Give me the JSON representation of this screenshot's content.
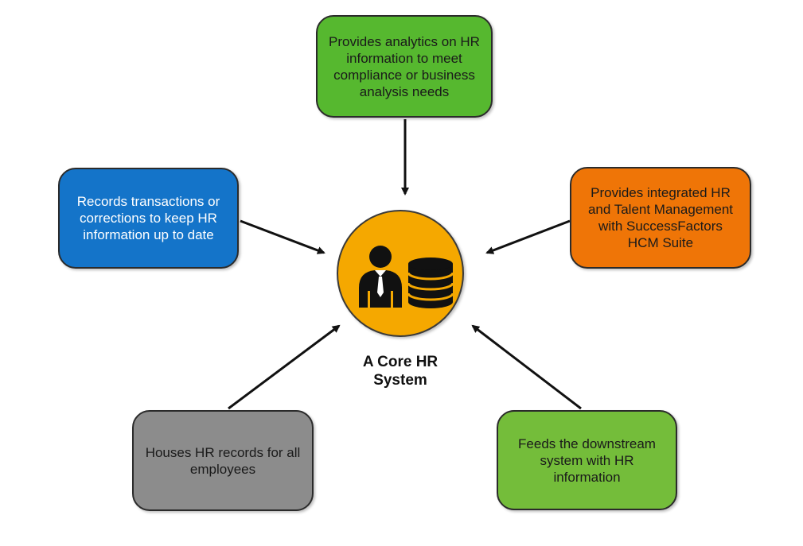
{
  "diagram": {
    "center_label": "A Core HR\nSystem",
    "center_icons": [
      "person-icon",
      "database-icon"
    ],
    "colors": {
      "hub": "#f5a800",
      "top": "#56b82f",
      "left": "#1474c9",
      "right": "#ef7507",
      "bottom_left": "#8c8c8c",
      "bottom_right": "#74bd3a",
      "dark_text": "#1a1a1a",
      "light_text": "#ffffff",
      "arrow": "#111111"
    },
    "nodes": {
      "top": "Provides analytics on HR information to meet compliance or business analysis needs",
      "left": "Records transactions or corrections to keep HR information up to date",
      "right": "Provides integrated HR and Talent Management with SuccessFactors HCM Suite",
      "bottom_left": "Houses HR records for all employees",
      "bottom_right": "Feeds the downstream system with HR information"
    }
  }
}
